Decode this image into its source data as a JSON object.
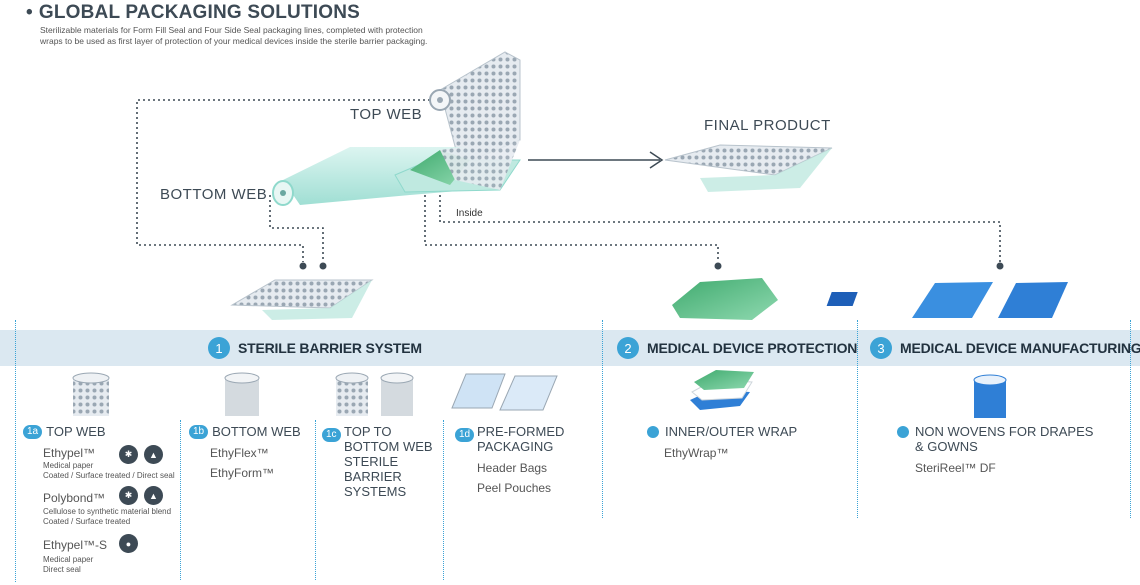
{
  "header": {
    "title": "GLOBAL PACKAGING SOLUTIONS",
    "subtitle_line1": "Sterilizable materials for Form Fill Seal and Four Side Seal packaging lines, completed with protection",
    "subtitle_line2": "wraps to be used as first layer of protection of your medical devices inside the sterile barrier packaging."
  },
  "diagram": {
    "top_web": "TOP WEB",
    "bottom_web": "BOTTOM WEB",
    "final_product": "FINAL PRODUCT",
    "inside": "Inside"
  },
  "sections": [
    {
      "num": "1",
      "label": "STERILE BARRIER SYSTEM"
    },
    {
      "num": "2",
      "label": "MEDICAL DEVICE PROTECTION"
    },
    {
      "num": "3",
      "label": "MEDICAL DEVICE MANUFACTURING"
    }
  ],
  "col1a": {
    "badge": "1a",
    "head": "TOP WEB",
    "products": [
      {
        "name": "Ethypel™",
        "desc1": "Medical paper",
        "desc2": "Coated / Surface treated / Direct seal"
      },
      {
        "name": "Polybond™",
        "desc1": "Cellulose to synthetic material blend",
        "desc2": "Coated / Surface treated"
      },
      {
        "name": "Ethypel™-S",
        "desc1": "Medical paper",
        "desc2": "Direct seal"
      }
    ]
  },
  "col1b": {
    "badge": "1b",
    "head": "BOTTOM WEB",
    "items": [
      "EthyFlex™",
      "EthyForm™"
    ]
  },
  "col1c": {
    "badge": "1c",
    "head_lines": [
      "TOP TO",
      "BOTTOM WEB",
      "STERILE",
      "BARRIER",
      "SYSTEMS"
    ]
  },
  "col1d": {
    "badge": "1d",
    "head_lines": [
      "PRE-FORMED",
      "PACKAGING"
    ],
    "items": [
      "Header Bags",
      "Peel Pouches"
    ]
  },
  "col2": {
    "head": "INNER/OUTER WRAP",
    "items": [
      "EthyWrap™"
    ]
  },
  "col3": {
    "head_lines": [
      "NON WOVENS FOR DRAPES",
      "& GOWNS"
    ],
    "items": [
      "SteriReel™ DF"
    ]
  },
  "colors": {
    "accent": "#3ba3d6",
    "band": "#dbe8f1",
    "text_dark": "#3d4a55",
    "green": "#5cc89a",
    "blue": "#2f7fd6"
  }
}
